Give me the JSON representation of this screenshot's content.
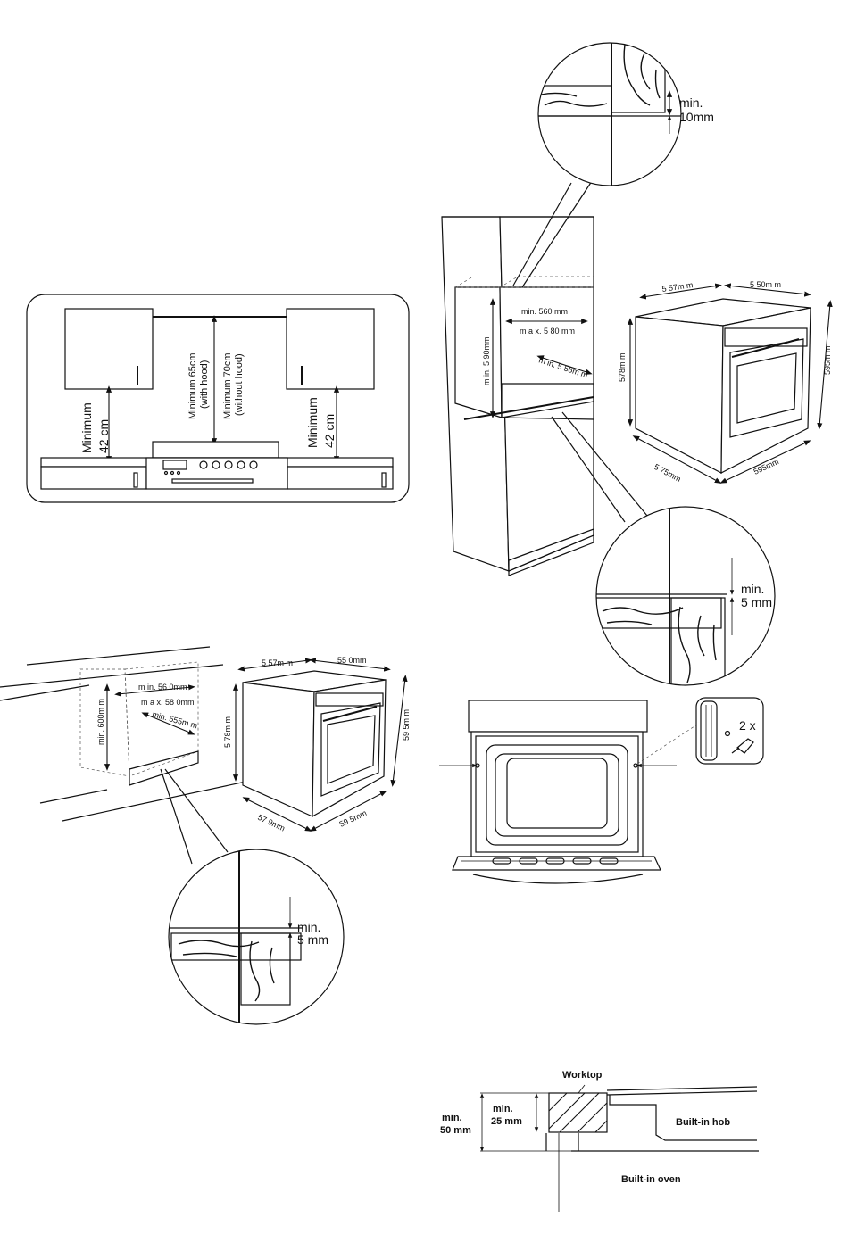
{
  "panel_clearance": {
    "min_left_label": "Minimum",
    "min_left_value": "42 cm",
    "min_right_label": "Minimum",
    "min_right_value": "42 cm",
    "center_line1": "Minimum 65cm",
    "center_line2": "(with hood)",
    "center_line3": "Minimum 70cm",
    "center_line4": "(without hood)"
  },
  "column_install": {
    "top_detail_min": "min.",
    "top_detail_value": "10mm",
    "min_560": "min. 560 mm",
    "max_580": "m a x. 5 80 mm",
    "min_590": "m in. 5 90mm",
    "min_555": "m in. 5 55m m",
    "bottom_detail_min": "min.",
    "bottom_detail_value": "5  mm"
  },
  "oven_dims_top": {
    "d_557": "5 57m m",
    "d_550": "5 50m m",
    "d_578": "578m m",
    "d_595h": "595m m",
    "d_575": "5 75mm",
    "d_595w": "595mm"
  },
  "under_counter": {
    "min_600": "min. 600m m",
    "min_560": "m in. 56 0mm",
    "max_580": "m a x. 58 0mm",
    "min_555": "min. 555m m",
    "detail_min": "min.",
    "detail_value": "5  mm"
  },
  "oven_dims_bottom": {
    "d_557": "5 57m m",
    "d_550": "55 0mm",
    "d_578": "5 78m m",
    "d_595h": "59 5m m",
    "d_579": "57 9mm",
    "d_595w": "59 5mm"
  },
  "fixing": {
    "screws": "2 x"
  },
  "worktop_section": {
    "worktop": "Worktop",
    "min50_line1": "min.",
    "min50_line2": "50 mm",
    "min25_line1": "min.",
    "min25_line2": "25 mm",
    "hob": "Built-in hob",
    "oven": "Built-in oven"
  }
}
